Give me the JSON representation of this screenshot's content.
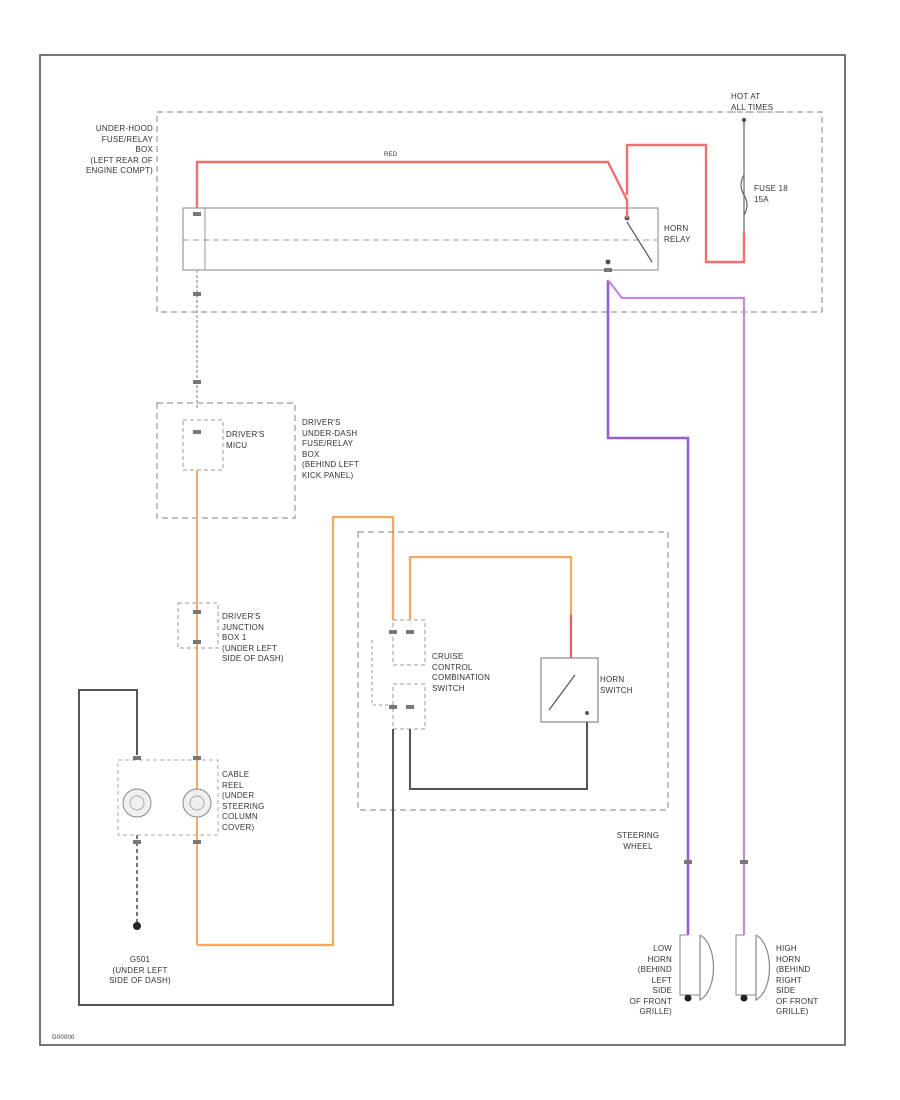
{
  "labels": {
    "under_hood_box": "UNDER-HOOD\nFUSE/RELAY\nBOX\n(LEFT REAR OF\nENGINE COMPT)",
    "hot_at_all_times": "HOT AT\nALL TIMES",
    "fuse": "FUSE 18\n15A",
    "horn_relay": "HORN\nRELAY",
    "red_wire": "RED",
    "drivers_under_dash_box": "DRIVER'S\nUNDER-DASH\nFUSE/RELAY\nBOX\n(BEHIND LEFT\nKICK PANEL)",
    "drivers_micu": "DRIVER'S\nMICU",
    "drivers_junction_box": "DRIVER'S\nJUNCTION\nBOX 1\n(UNDER LEFT\nSIDE OF DASH)",
    "cruise_control_switch": "CRUISE\nCONTROL\nCOMBINATION\nSWITCH",
    "horn_switch": "HORN\nSWITCH",
    "cable_reel": "CABLE\nREEL\n(UNDER\nSTEERING\nCOLUMN\nCOVER)",
    "ground_g501": "G501\n(UNDER LEFT\nSIDE OF DASH)",
    "steering_wheel": "STEERING\nWHEEL",
    "low_horn": "LOW\nHORN\n(BEHIND\nLEFT\nSIDE\nOF FRONT\nGRILLE)",
    "high_horn": "HIGH\nHORN\n(BEHIND\nRIGHT\nSIDE\nOF FRONT\nGRILLE)",
    "figure_id": "G00000"
  },
  "colors": {
    "red": "#f07070",
    "orange": "#f5a860",
    "purple": "#9a5cd6",
    "light_purple": "#c888d8",
    "black": "#444444",
    "gray": "#9a9a9a"
  }
}
